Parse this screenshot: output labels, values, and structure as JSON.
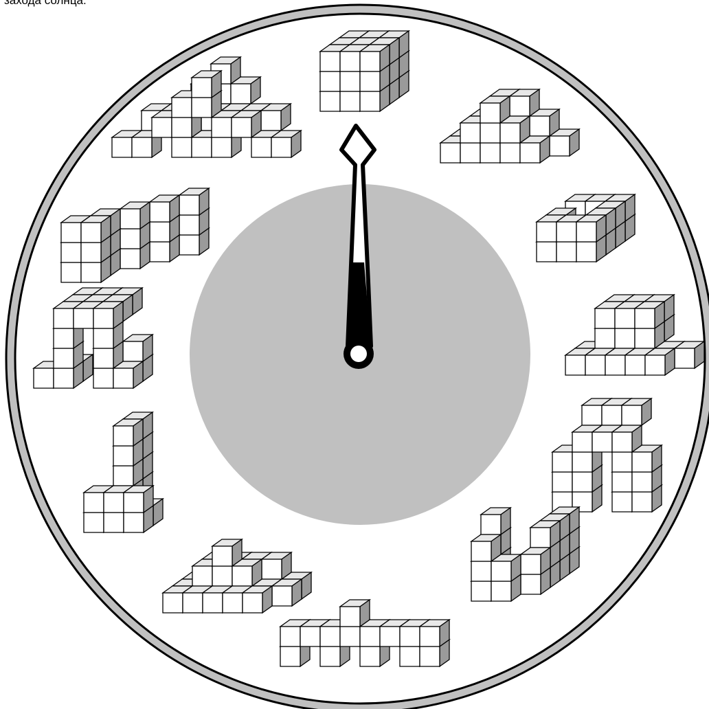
{
  "caption": "захода солнца.",
  "clock": {
    "hand_hour": 12,
    "colors": {
      "outer_ring": "#c0c0c0",
      "inner_disc": "#c0c0c0",
      "hand": "#000000",
      "cube_face": "#ffffff",
      "cube_top": "#e8e8e8",
      "cube_side": "#9a9a9a",
      "outline": "#000000"
    },
    "figures": [
      {
        "hour": 12,
        "name": "figure-12-cube-3x3x3",
        "icon": "cube-stack-icon"
      },
      {
        "hour": 1,
        "name": "figure-1-stepped-pyramid",
        "icon": "cube-stack-icon"
      },
      {
        "hour": 2,
        "name": "figure-2-open-frame",
        "icon": "cube-stack-icon"
      },
      {
        "hour": 3,
        "name": "figure-3-raised-block",
        "icon": "cube-stack-icon"
      },
      {
        "hour": 4,
        "name": "figure-4-arch-tower",
        "icon": "cube-stack-icon"
      },
      {
        "hour": 5,
        "name": "figure-5-double-wall",
        "icon": "cube-stack-icon"
      },
      {
        "hour": 6,
        "name": "figure-6-long-wall",
        "icon": "cube-stack-icon"
      },
      {
        "hour": 7,
        "name": "figure-7-flat-pyramid",
        "icon": "cube-stack-icon"
      },
      {
        "hour": 8,
        "name": "figure-8-tower-on-base",
        "icon": "cube-stack-icon"
      },
      {
        "hour": 9,
        "name": "figure-9-arch",
        "icon": "cube-stack-icon"
      },
      {
        "hour": 10,
        "name": "figure-10-column-row",
        "icon": "cube-stack-icon"
      },
      {
        "hour": 11,
        "name": "figure-11-wide-pyramid",
        "icon": "cube-stack-icon"
      }
    ]
  }
}
